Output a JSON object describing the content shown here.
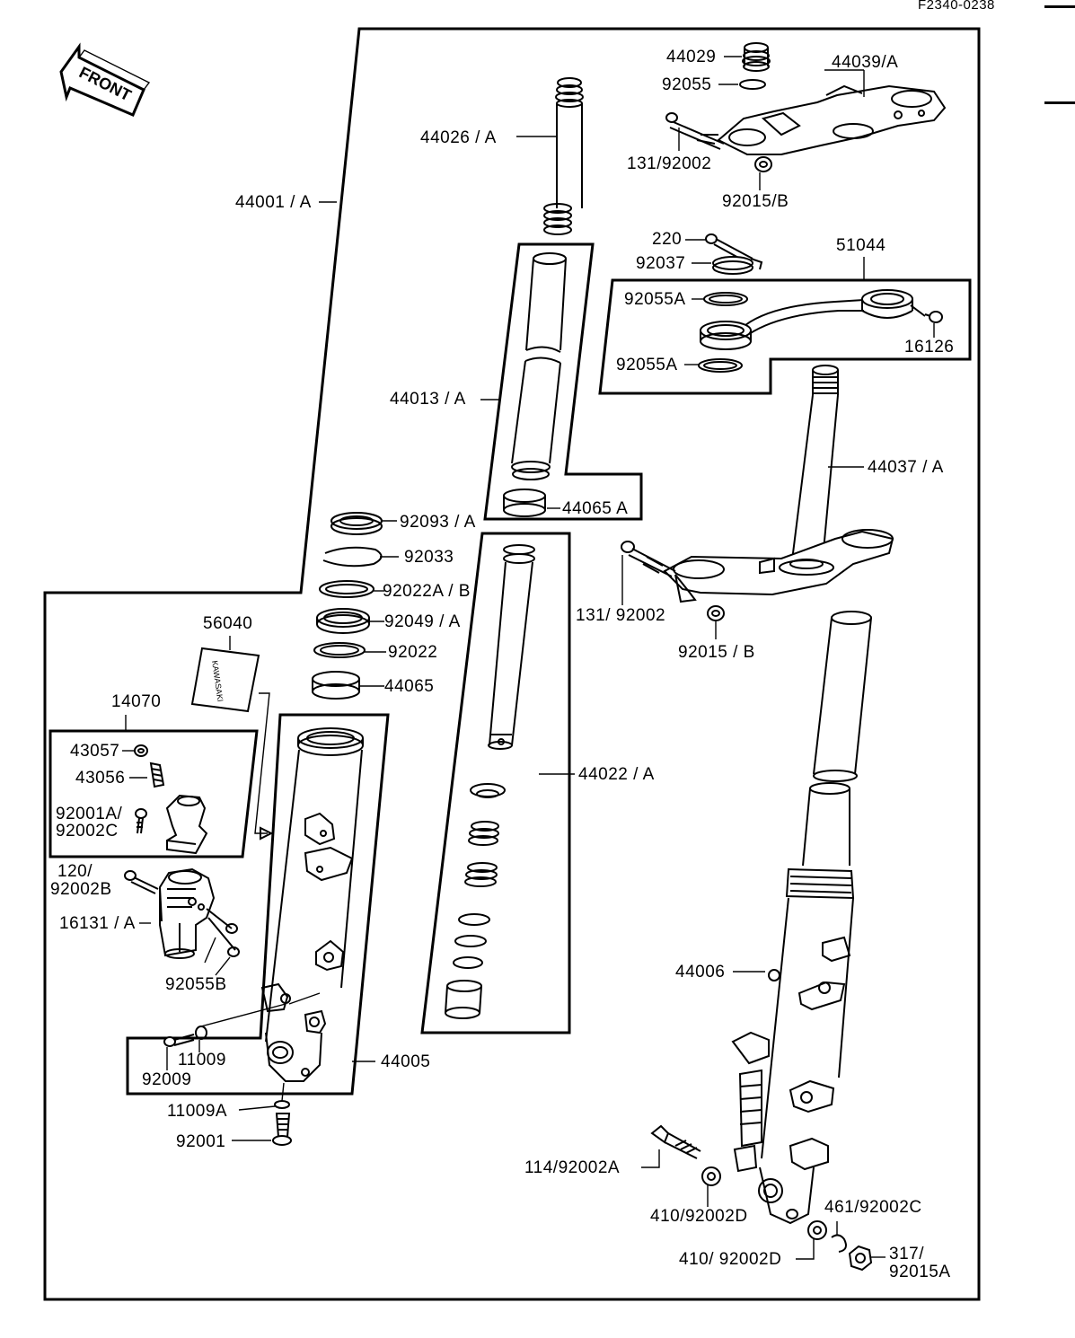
{
  "diagram_code": "F2340-0238",
  "front_label": "FRONT",
  "decal_text": "KAWASAKI",
  "labels": [
    {
      "id": "44029",
      "text": "44029"
    },
    {
      "id": "44039",
      "text": "44039/A"
    },
    {
      "id": "92055",
      "text": "92055"
    },
    {
      "id": "44026",
      "text": "44026 / A"
    },
    {
      "id": "131-top",
      "text": "131/92002"
    },
    {
      "id": "92015-top",
      "text": "92015/B"
    },
    {
      "id": "44001",
      "text": "44001 / A"
    },
    {
      "id": "220",
      "text": "220"
    },
    {
      "id": "51044",
      "text": "51044"
    },
    {
      "id": "92037",
      "text": "92037"
    },
    {
      "id": "92055A-top",
      "text": "92055A"
    },
    {
      "id": "16126",
      "text": "16126"
    },
    {
      "id": "92055A-bot",
      "text": "92055A"
    },
    {
      "id": "44013",
      "text": "44013 / A"
    },
    {
      "id": "44037",
      "text": "44037 / A"
    },
    {
      "id": "44065A",
      "text": "44065 A"
    },
    {
      "id": "92093",
      "text": "92093 / A"
    },
    {
      "id": "92033",
      "text": "92033"
    },
    {
      "id": "92022AB",
      "text": "92022A / B"
    },
    {
      "id": "131-mid",
      "text": "131/ 92002"
    },
    {
      "id": "56040",
      "text": "56040"
    },
    {
      "id": "92049",
      "text": "92049 / A"
    },
    {
      "id": "92022",
      "text": "92022"
    },
    {
      "id": "92015-mid",
      "text": "92015 / B"
    },
    {
      "id": "44065",
      "text": "44065"
    },
    {
      "id": "14070",
      "text": "14070"
    },
    {
      "id": "43057",
      "text": "43057"
    },
    {
      "id": "43056",
      "text": "43056"
    },
    {
      "id": "44022",
      "text": "44022 / A"
    },
    {
      "id": "92001A",
      "text": "92001A/"
    },
    {
      "id": "92002C",
      "text": "92002C"
    },
    {
      "id": "120",
      "text": "120/"
    },
    {
      "id": "92002B",
      "text": "92002B"
    },
    {
      "id": "16131",
      "text": "16131 / A"
    },
    {
      "id": "44006",
      "text": "44006"
    },
    {
      "id": "92055B",
      "text": "92055B"
    },
    {
      "id": "11009",
      "text": "11009"
    },
    {
      "id": "92009",
      "text": "92009"
    },
    {
      "id": "44005",
      "text": "44005"
    },
    {
      "id": "11009A",
      "text": "11009A"
    },
    {
      "id": "92001",
      "text": "92001"
    },
    {
      "id": "114",
      "text": "114/92002A"
    },
    {
      "id": "410-a",
      "text": "410/92002D"
    },
    {
      "id": "461",
      "text": "461/92002C"
    },
    {
      "id": "410-b",
      "text": "410/ 92002D"
    },
    {
      "id": "317",
      "text": "317/"
    },
    {
      "id": "92015A",
      "text": "92015A"
    }
  ]
}
